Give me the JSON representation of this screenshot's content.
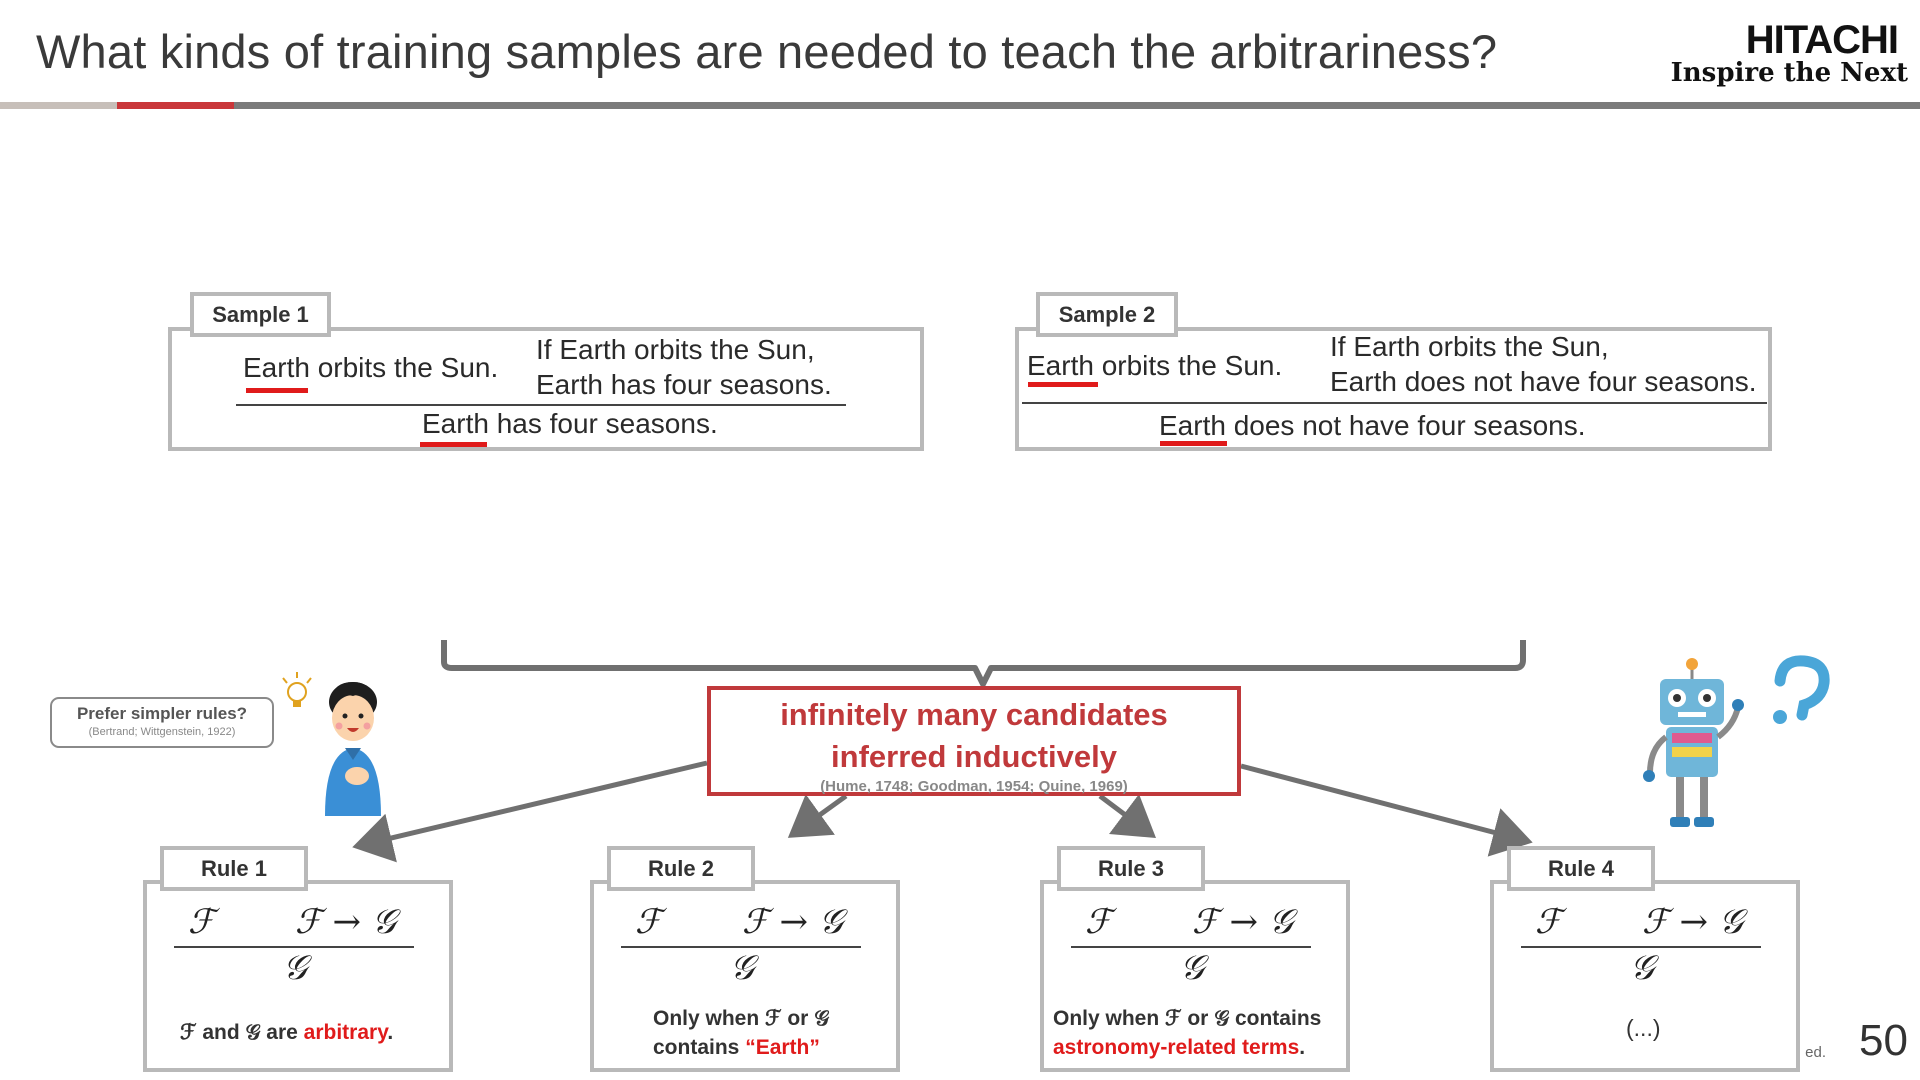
{
  "header": {
    "title": "What kinds of training samples are needed to teach the arbitrariness?",
    "logo_name": "HITACHI",
    "logo_tagline": "Inspire the Next"
  },
  "samples": [
    {
      "tab": "Sample 1",
      "premise1": "Earth orbits the Sun.",
      "premise2_line1": "If Earth orbits the Sun,",
      "premise2_line2": "Earth has four seasons.",
      "conclusion": "Earth has four seasons."
    },
    {
      "tab": "Sample 2",
      "premise1": "Earth orbits the Sun.",
      "premise2_line1": "If Earth orbits the Sun,",
      "premise2_line2": "Earth does not have four seasons.",
      "conclusion": "Earth does not have four seasons."
    }
  ],
  "center": {
    "line1": "infinitely many candidates",
    "line2": "inferred inductively",
    "citation": "(Hume, 1748; Goodman, 1954; Quine, 1969)"
  },
  "prefer": {
    "title": "Prefer simpler rules?",
    "citation": "(Bertrand; Wittgenstein, 1922)"
  },
  "formula": {
    "premise_f": "ℱ",
    "premise_impl": "ℱ → 𝒢",
    "conclusion": "𝒢"
  },
  "rules": [
    {
      "tab": "Rule 1",
      "caption_a": "ℱ and 𝒢 are ",
      "caption_red": "arbitrary",
      "caption_b": "."
    },
    {
      "tab": "Rule 2",
      "line1": "Only when ℱ or 𝒢",
      "line2_a": "contains ",
      "line2_red": "“Earth”"
    },
    {
      "tab": "Rule 3",
      "line1": "Only when ℱ or 𝒢 contains",
      "line2_red": "astronomy-related terms",
      "line2_b": "."
    },
    {
      "tab": "Rule 4",
      "caption": "(...)"
    }
  ],
  "footer": {
    "copyright_fragment": "ed.",
    "page_number": "50"
  },
  "colors": {
    "accent_red": "#c0393b",
    "underline_red": "#e01b1b",
    "border_gray": "#b9b9b9"
  }
}
